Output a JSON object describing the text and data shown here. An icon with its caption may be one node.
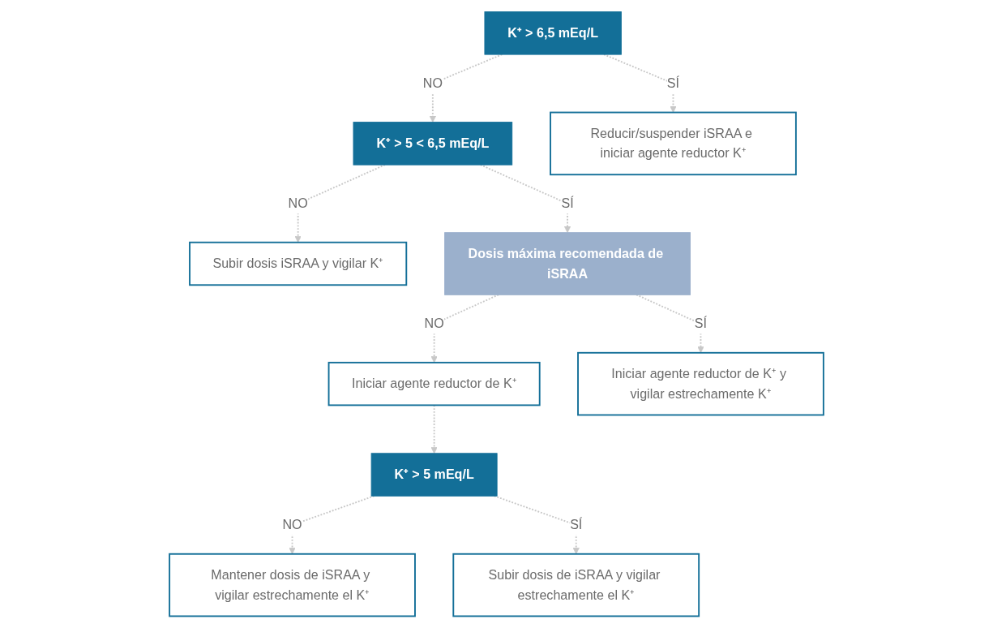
{
  "diagram": {
    "nodes": [
      {
        "text": [
          "K⁺ > 6,5 mEq/L"
        ]
      },
      {
        "text": [
          "K⁺ > 5 < 6,5 mEq/L"
        ]
      },
      {
        "text": [
          "Reducir/suspender iSRAA e iniciar agente reductor K⁺"
        ]
      },
      {
        "text": [
          "Subir dosis iSRAA y vigilar K⁺"
        ]
      },
      {
        "text": [
          "Dosis máxima recomendada de iSRAA"
        ]
      },
      {
        "text": [
          "Iniciar agente reductor de K⁺"
        ]
      },
      {
        "text": [
          "Iniciar agente reductor de K⁺ y vigilar estrechamente K⁺"
        ]
      },
      {
        "text": [
          "K⁺ > 5 mEq/L"
        ]
      },
      {
        "text": [
          "Mantener dosis de iSRAA y vigilar estrechamente el K⁺"
        ]
      },
      {
        "text": [
          "Subir dosis de iSRAA y vigilar estrechamente el K⁺"
        ]
      }
    ],
    "edges": [
      {
        "from": 0,
        "to": 1,
        "arrow": "to",
        "label": "NO",
        "style": "dashed"
      },
      {
        "from": 0,
        "to": 2,
        "arrow": "to",
        "label": "SÍ",
        "style": "dashed"
      },
      {
        "from": 1,
        "to": 3,
        "arrow": "to",
        "label": "NO",
        "style": "dashed"
      },
      {
        "from": 1,
        "to": 4,
        "arrow": "to",
        "label": "SÍ",
        "style": "dashed"
      },
      {
        "from": 4,
        "to": 5,
        "arrow": "to",
        "label": "NO",
        "style": "dashed"
      },
      {
        "from": 4,
        "to": 6,
        "arrow": "to",
        "label": "SÍ",
        "style": "dashed"
      },
      {
        "from": 5,
        "to": 7,
        "arrow": "to",
        "style": "dashed"
      },
      {
        "from": 7,
        "to": 8,
        "arrow": "to",
        "label": "NO",
        "style": "dashed"
      },
      {
        "from": 7,
        "to": 9,
        "arrow": "to",
        "label": "SÍ",
        "style": "dashed"
      }
    ]
  }
}
